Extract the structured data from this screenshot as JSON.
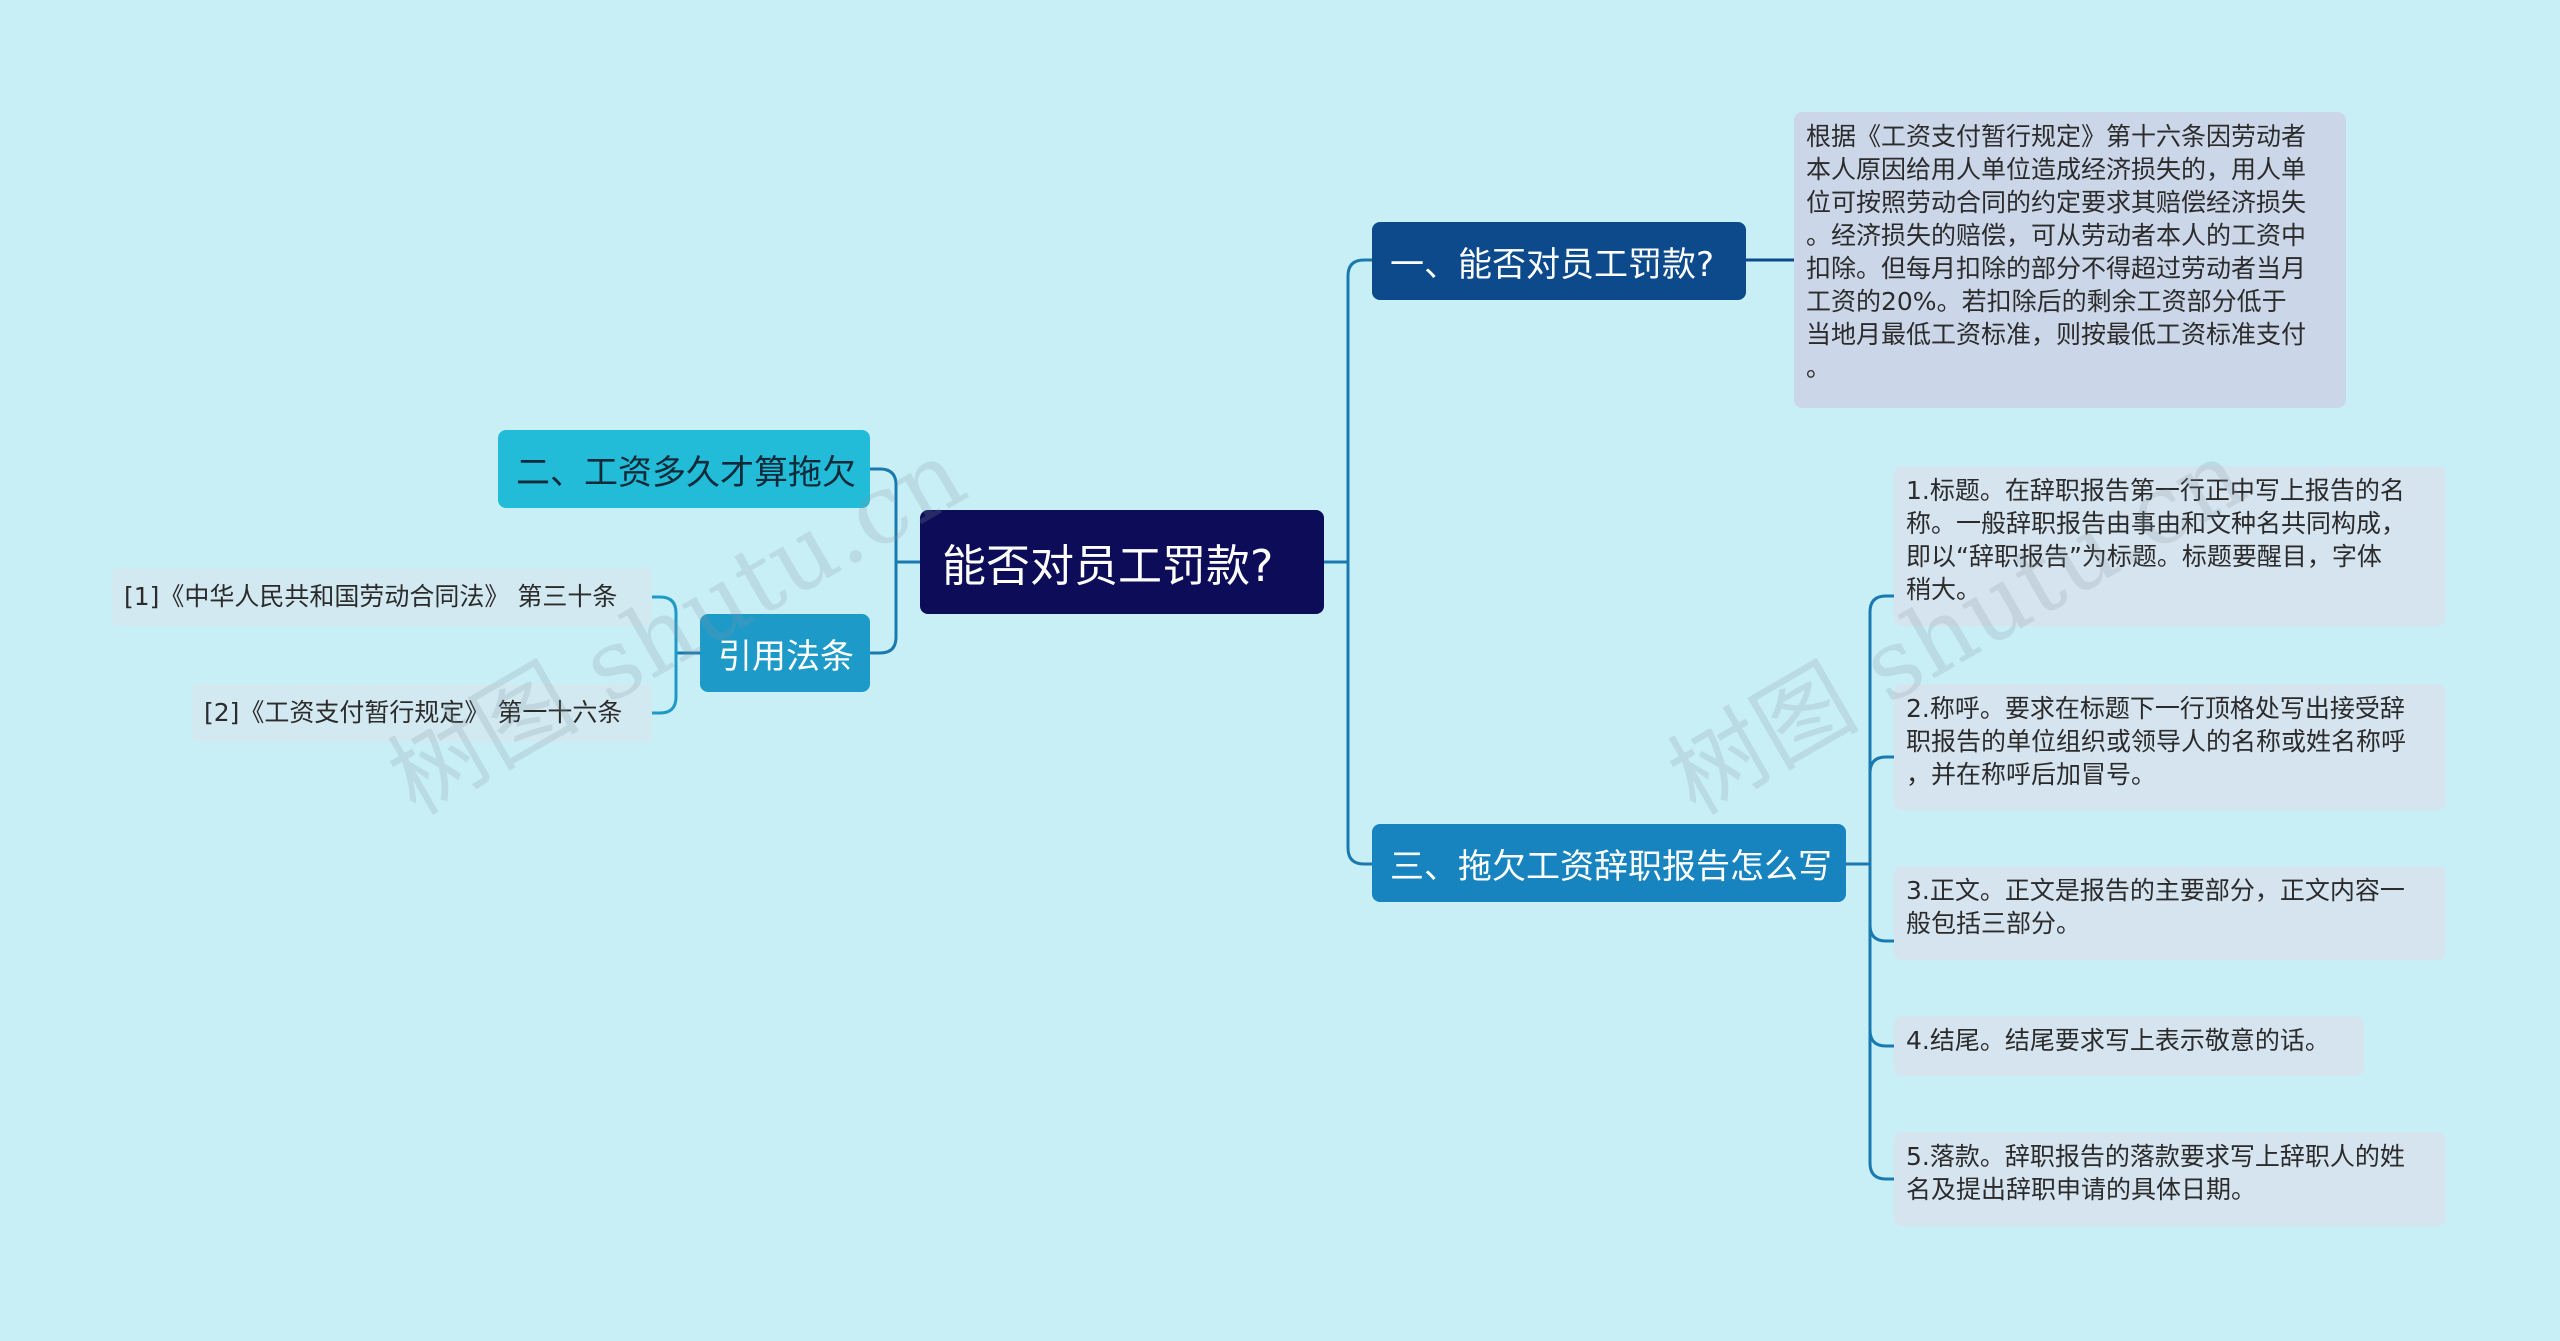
{
  "root": {
    "label": "能否对员工罚款?"
  },
  "branches": [
    {
      "label": "一、能否对员工罚款?"
    },
    {
      "label": "二、工资多久才算拖欠"
    },
    {
      "label": "引用法条"
    },
    {
      "label": "三、拖欠工资辞职报告怎么写"
    }
  ],
  "branch1_leaf": {
    "text": "根据《工资支付暂行规定》第十六条因劳动者\n本人原因给用人单位造成经济损失的，用人单\n位可按照劳动合同的约定要求其赔偿经济损失\n。经济损失的赔偿，可从劳动者本人的工资中\n扣除。但每月扣除的部分不得超过劳动者当月\n工资的20%。若扣除后的剩余工资部分低于\n当地月最低工资标准，则按最低工资标准支付\n。"
  },
  "references": [
    {
      "text": "[1]《中华人民共和国劳动合同法》 第三十条"
    },
    {
      "text": "[2]《工资支付暂行规定》 第一十六条"
    }
  ],
  "branch3_leaves": [
    {
      "text": "1.标题。在辞职报告第一行正中写上报告的名\n称。一般辞职报告由事由和文种名共同构成，\n即以“辞职报告”为标题。标题要醒目，字体\n稍大。"
    },
    {
      "text": "2.称呼。要求在标题下一行顶格处写出接受辞\n职报告的单位组织或领导人的名称或姓名称呼\n，并在称呼后加冒号。"
    },
    {
      "text": "3.正文。正文是报告的主要部分，正文内容一\n般包括三部分。"
    },
    {
      "text": "4.结尾。结尾要求写上表示敬意的话。"
    },
    {
      "text": "5.落款。辞职报告的落款要求写上辞职人的姓\n名及提出辞职申请的具体日期。"
    }
  ],
  "watermark": "树图 shutu.cn",
  "colors": {
    "background": "#c9eff6",
    "root": "#0c0c58",
    "branch1": "#0d4a8c",
    "branch2": "#22bbd8",
    "branch3": "#1e9ac9",
    "branch4": "#1784c0",
    "connector": "#1a7ab0"
  }
}
